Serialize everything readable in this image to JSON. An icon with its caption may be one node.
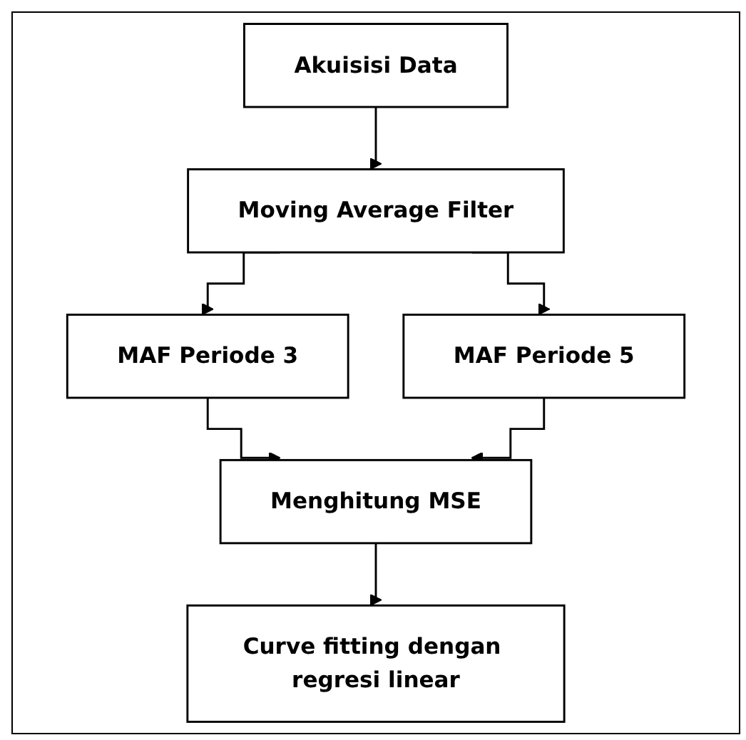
{
  "diagram": {
    "nodes": [
      {
        "text": [
          "Akuisisi Data"
        ]
      },
      {
        "text": [
          "Moving Average Filter"
        ]
      },
      {
        "text": [
          "MAF Periode 3"
        ]
      },
      {
        "text": [
          "MAF Periode 5"
        ]
      },
      {
        "text": [
          "Menghitung MSE"
        ]
      },
      {
        "text": [
          "Curve fitting dengan regresi linear"
        ]
      }
    ],
    "edges": [
      {
        "from": 0,
        "to": 1,
        "arrow": "to"
      },
      {
        "from": 1,
        "to": 2,
        "arrow": "to"
      },
      {
        "from": 1,
        "to": 3,
        "arrow": "to"
      },
      {
        "from": 2,
        "to": 4,
        "arrow": "to"
      },
      {
        "from": 3,
        "to": 4,
        "arrow": "to"
      },
      {
        "from": 4,
        "to": 5,
        "arrow": "to"
      }
    ]
  }
}
